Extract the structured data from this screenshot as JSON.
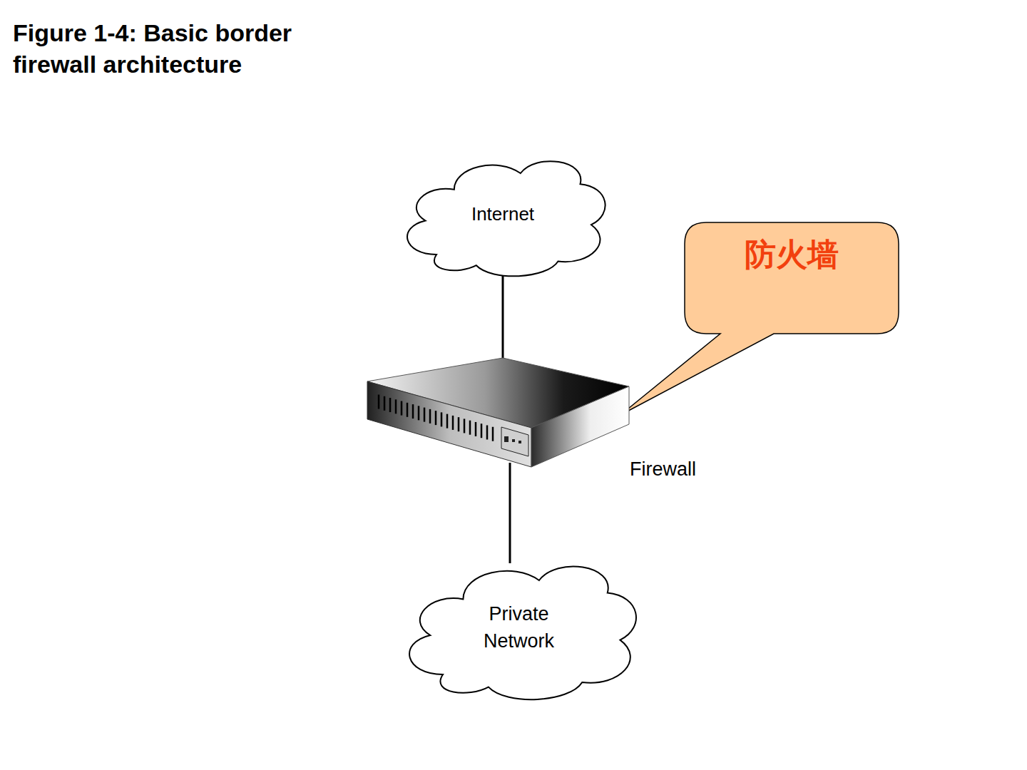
{
  "diagram": {
    "title": "Figure 1-4: Basic border firewall architecture",
    "nodes": [
      {
        "text": [
          "Internet"
        ]
      },
      {
        "text": [
          "防火墙"
        ]
      },
      {
        "text": [
          "Firewall"
        ]
      },
      {
        "text": [
          "Private Network"
        ]
      }
    ],
    "edges": [
      {
        "from": 0,
        "to": 2,
        "arrow": "none"
      },
      {
        "from": 2,
        "to": 3,
        "arrow": "none"
      }
    ]
  }
}
